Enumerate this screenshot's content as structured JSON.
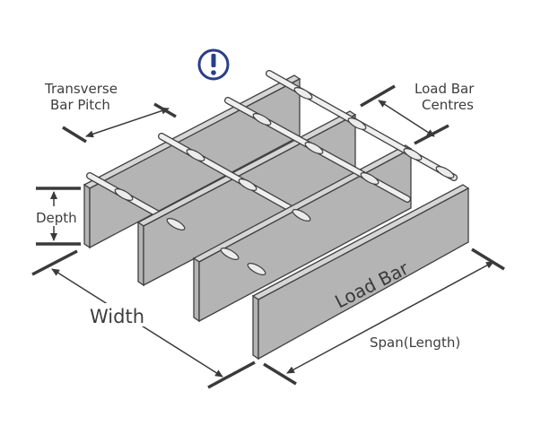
{
  "labels": {
    "transverse_line1": "Transverse",
    "transverse_line2": "Bar Pitch",
    "load_bar_centres_line1": "Load Bar",
    "load_bar_centres_line2": "Centres",
    "depth": "Depth",
    "width": "Width",
    "load_bar": "Load Bar",
    "span": "Span(Length)"
  },
  "icons": {
    "warning": "exclamation-circle-icon"
  },
  "colors": {
    "steel_top": "#d6d6d6",
    "steel_face": "#b4b4b4",
    "outline": "#404040",
    "warning_blue": "#2a3e8a"
  }
}
